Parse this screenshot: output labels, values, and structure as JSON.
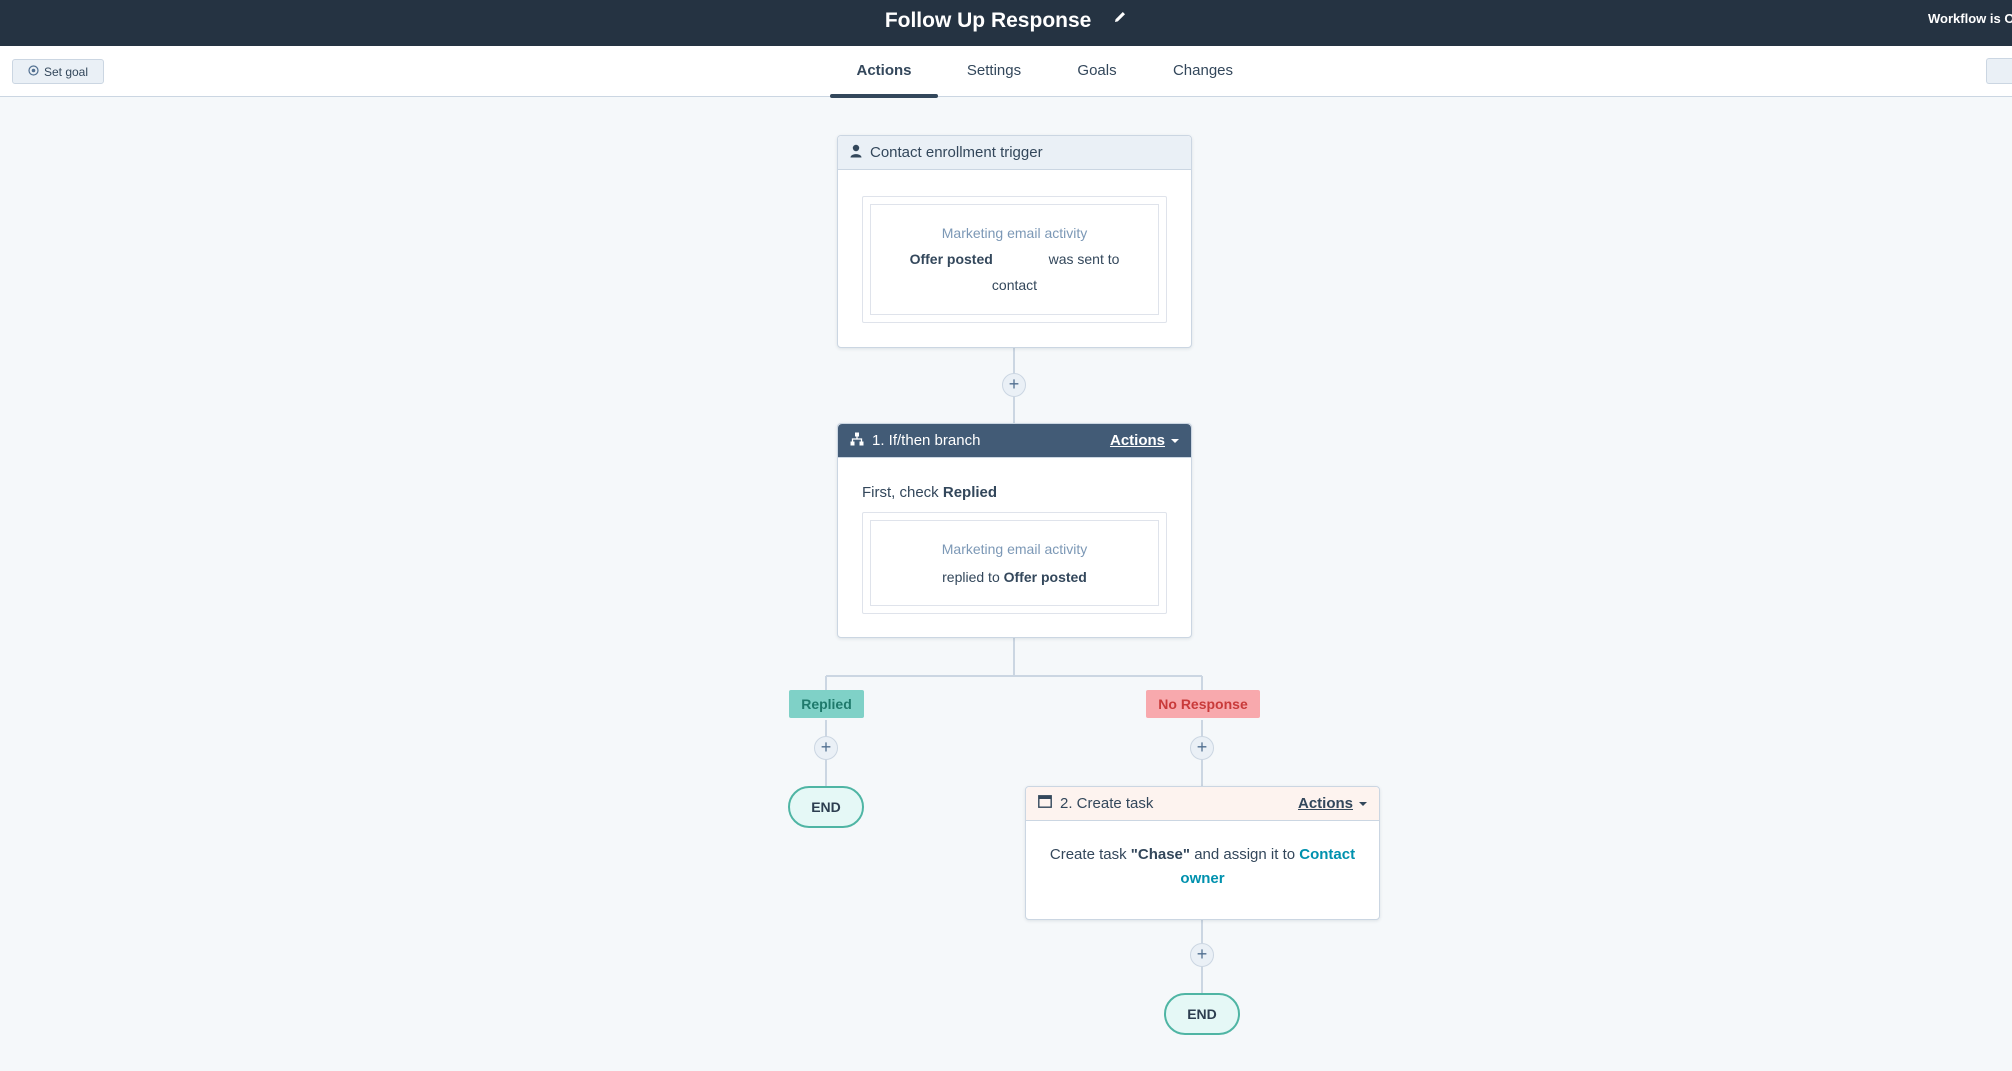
{
  "header": {
    "title": "Follow Up Response",
    "status": "Workflow is Off"
  },
  "toolbar": {
    "set_goal_label": "Set goal"
  },
  "tabs": [
    {
      "label": "Actions",
      "active": true
    },
    {
      "label": "Settings",
      "active": false
    },
    {
      "label": "Goals",
      "active": false
    },
    {
      "label": "Changes",
      "active": false
    }
  ],
  "trigger": {
    "title": "Contact enrollment trigger",
    "filter_category": "Marketing email activity",
    "email_name": "Offer posted",
    "condition": "was sent to",
    "object": "contact"
  },
  "branch": {
    "title": "1. If/then branch",
    "actions_label": "Actions",
    "check_prefix": "First, check",
    "check_name": "Replied",
    "filter_category": "Marketing email activity",
    "condition": "replied to",
    "email_name": "Offer posted"
  },
  "branches": {
    "left_label": "Replied",
    "right_label": "No Response"
  },
  "task": {
    "title": "2. Create task",
    "actions_label": "Actions",
    "text_prefix": "Create task",
    "task_name": "\"Chase\"",
    "text_mid": "and assign it to",
    "assignee": "Contact owner"
  },
  "end_label": "END",
  "plus_label": "+",
  "colors": {
    "topbar": "#253342",
    "branch_header": "#425b76",
    "replied": "#7fd1c7",
    "no_response": "#f8a9ad",
    "link": "#0091ae"
  }
}
